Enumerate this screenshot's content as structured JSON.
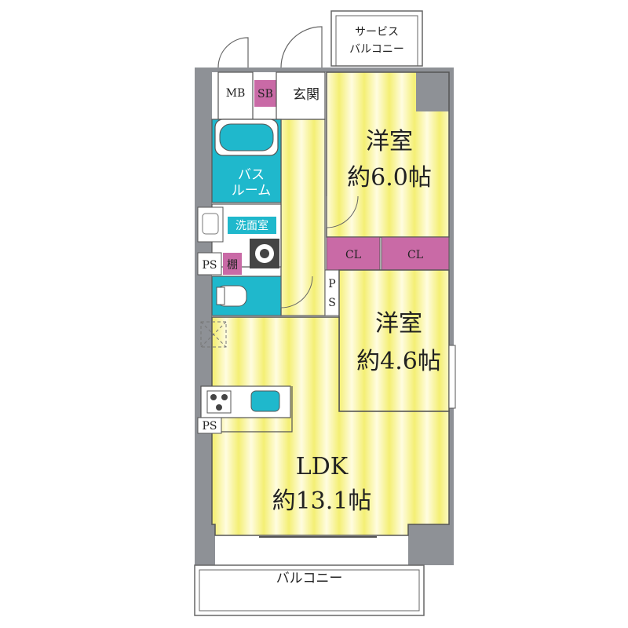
{
  "rooms": {
    "service_balcony": {
      "line1": "サービス",
      "line2": "バルコニー"
    },
    "mb": "MB",
    "sb": "SB",
    "entrance": "玄関",
    "western_room_1": {
      "name": "洋室",
      "size": "約6.0帖"
    },
    "bath": {
      "line1": "バス",
      "line2": "ルーム"
    },
    "washroom": "洗面室",
    "ps_left": "PS",
    "shelf": "棚",
    "cl_1": "CL",
    "cl_2": "CL",
    "ps_center": {
      "line1": "P",
      "line2": "S"
    },
    "western_room_2": {
      "name": "洋室",
      "size": "約4.6帖"
    },
    "ps_kitchen": "PS",
    "ldk": {
      "name": "LDK",
      "size": "約13.1帖"
    },
    "balcony": "バルコニー"
  },
  "colors": {
    "floor_light": "#fffbd0",
    "floor_stripe": "#f2ee78",
    "wet_area": "#1fb8cc",
    "storage": "#c96aa6",
    "wall": "#8e9196",
    "outline": "#555555"
  }
}
